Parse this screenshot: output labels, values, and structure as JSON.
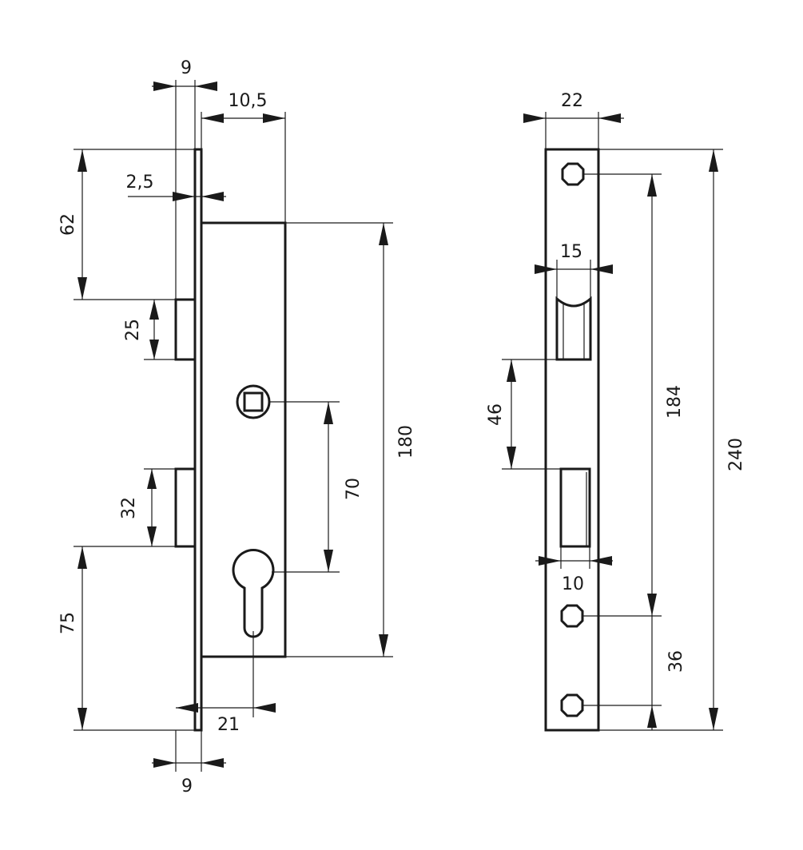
{
  "dimensions": {
    "left_top_width": "9",
    "faceplate_to_case_depth": "10,5",
    "faceplate_thickness": "2,5",
    "top_to_latch": "62",
    "latch_height": "25",
    "follower_to_cylinder": "70",
    "case_height": "180",
    "bolt_height": "32",
    "bottom_to_bolt": "75",
    "backset": "21",
    "left_bottom_width": "9",
    "strike_width": "22",
    "latch_opening_width": "15",
    "opening_spacing": "46",
    "bolt_opening_width": "10",
    "screw_spacing_long": "184",
    "screw_spacing_short": "36",
    "strike_total_length": "240"
  },
  "colors": {
    "stroke": "#1a1a1a",
    "background": "#ffffff"
  }
}
